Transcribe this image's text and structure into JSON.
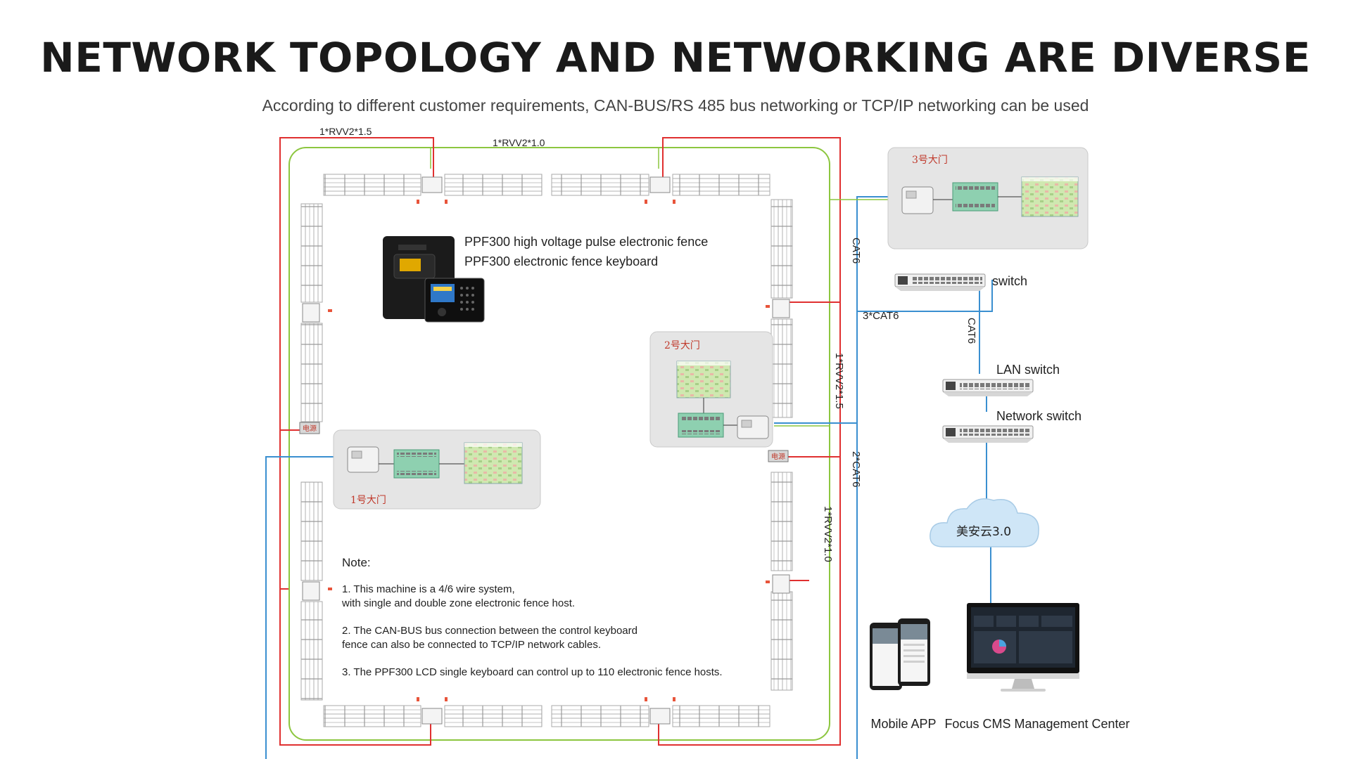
{
  "header": {
    "title": "NETWORK TOPOLOGY AND NETWORKING ARE DIVERSE",
    "subtitle": "According to different customer requirements, CAN-BUS/RS 485 bus networking or TCP/IP networking can be used"
  },
  "cables": {
    "rvv_15_top": "1*RVV2*1.5",
    "rvv_10_top": "1*RVV2*1.0",
    "cat6_right": "CAT6",
    "three_cat6": "3*CAT6",
    "cat6_switch": "CAT6",
    "rvv_15_right": "1*RVV2*1.5",
    "two_cat6": "2*CAT6",
    "rvv_10_right": "1*RVV2*1.0"
  },
  "product": {
    "line1": "PPF300 high voltage pulse electronic fence",
    "line2": "PPF300 electronic fence keyboard"
  },
  "gates": {
    "gate1": "1号大门",
    "gate2": "2号大门",
    "gate3": "3号大门"
  },
  "power_label": "电源",
  "network": {
    "switch": "switch",
    "lan_switch": "LAN switch",
    "network_switch": "Network switch",
    "cloud": "美安云3.0",
    "mobile_app": "Mobile APP",
    "cms": "Focus CMS Management Center"
  },
  "notes": {
    "heading": "Note:",
    "n1a": "1. This machine is a 4/6 wire system,",
    "n1b": "with single and double zone electronic fence host.",
    "n2a": "2. The CAN-BUS bus connection between the control keyboard",
    "n2b": "fence can also be connected to TCP/IP network cables.",
    "n3": "3. The PPF300 LCD single keyboard can control up to 110 electronic fence hosts."
  },
  "colors": {
    "red_wire": "#e03030",
    "green_wire": "#8cc63f",
    "blue_wire": "#3a8fd0",
    "gate_box": "#e5e5e5"
  }
}
